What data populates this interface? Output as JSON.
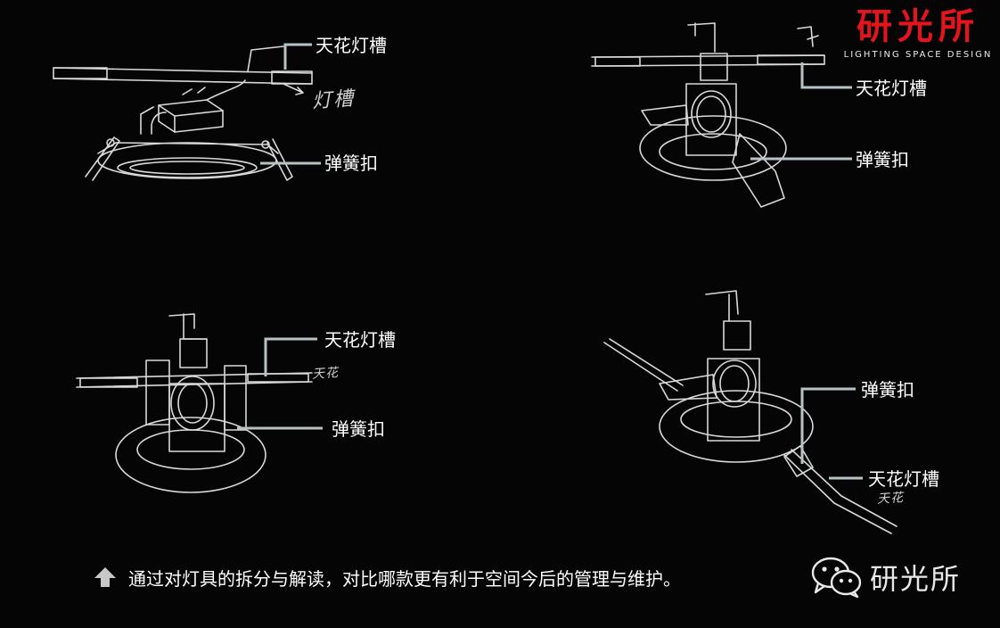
{
  "logo": {
    "title": "研光所",
    "subtitle": "LIGHTING SPACE DESIGN",
    "brand_color": "#e3141c"
  },
  "sketches": [
    {
      "labels": {
        "ceiling_slot": "天花灯槽",
        "spring_clip": "弹簧扣"
      },
      "handwritten": "灯槽"
    },
    {
      "labels": {
        "ceiling_slot": "天花灯槽",
        "spring_clip": "弹簧扣"
      }
    },
    {
      "labels": {
        "ceiling_slot": "天花灯槽",
        "spring_clip": "弹簧扣"
      },
      "handwritten": "天花"
    },
    {
      "labels": {
        "spring_clip": "弹簧扣",
        "ceiling_slot": "天花灯槽"
      },
      "handwritten": "天花"
    }
  ],
  "caption": {
    "text": "通过对灯具的拆分与解读，对比哪款更有利于空间今后的管理与维护。",
    "icon": "up-arrow-icon"
  },
  "watermark": {
    "text": "研光所",
    "icon": "wechat-icon"
  },
  "colors": {
    "background": "#050505",
    "leader": "#b8c2c4",
    "sketch": "#d9d9d9"
  }
}
